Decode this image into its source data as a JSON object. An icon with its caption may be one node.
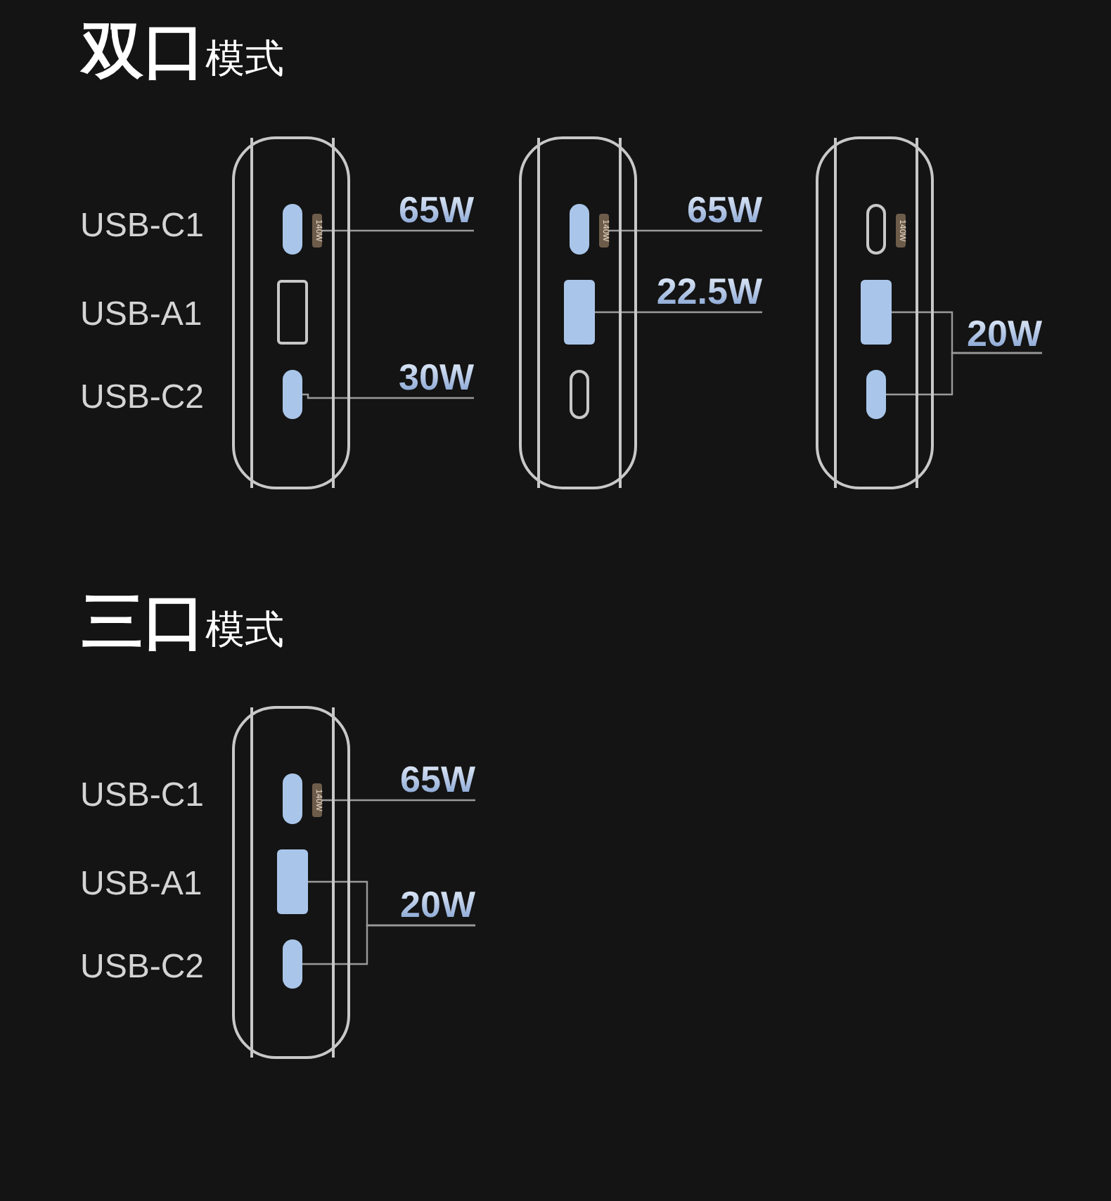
{
  "diagram": {
    "nodes": [
      {
        "text": [],
        "shape": "box"
      },
      {
        "text": [],
        "shape": "box",
        "in": 0
      },
      {
        "text": [
          "140W"
        ],
        "in": 0
      },
      {
        "text": [],
        "shape": "box",
        "in": 0
      },
      {
        "text": [],
        "shape": "box",
        "in": 0
      },
      {
        "text": [
          "65W"
        ]
      },
      {
        "text": [
          "30W"
        ]
      },
      {
        "text": [],
        "shape": "box"
      },
      {
        "text": [],
        "shape": "box",
        "in": 7
      },
      {
        "text": [
          "140W"
        ],
        "in": 7
      },
      {
        "text": [],
        "shape": "box",
        "in": 7
      },
      {
        "text": [],
        "shape": "box",
        "in": 7
      },
      {
        "text": [
          "65W"
        ]
      },
      {
        "text": [
          "22.5W"
        ]
      },
      {
        "text": [],
        "shape": "box"
      },
      {
        "text": [],
        "shape": "box",
        "in": 14
      },
      {
        "text": [
          "140W"
        ],
        "in": 14
      },
      {
        "text": [],
        "shape": "box",
        "in": 14
      },
      {
        "text": [],
        "shape": "box",
        "in": 14
      },
      {
        "text": [
          "20W"
        ]
      },
      {
        "text": [],
        "shape": "box"
      },
      {
        "text": [],
        "shape": "box",
        "in": 20
      },
      {
        "text": [
          "140W"
        ],
        "in": 20
      },
      {
        "text": [],
        "shape": "box",
        "in": 20
      },
      {
        "text": [],
        "shape": "box",
        "in": 20
      },
      {
        "text": [
          "65W"
        ]
      },
      {
        "text": [
          "20W"
        ]
      }
    ],
    "edges": [
      {
        "from": 5,
        "to": 2,
        "arrow": "none"
      },
      {
        "from": 6,
        "to": 4,
        "arrow": "none"
      },
      {
        "from": 12,
        "to": 9,
        "arrow": "none"
      },
      {
        "from": 13,
        "to": 10,
        "arrow": "none"
      },
      {
        "from": 19,
        "to": 17,
        "arrow": "none"
      },
      {
        "from": 19,
        "to": 18,
        "arrow": "none"
      },
      {
        "from": 25,
        "to": 22,
        "arrow": "none"
      },
      {
        "from": 26,
        "to": 23,
        "arrow": "none"
      },
      {
        "from": 26,
        "to": 24,
        "arrow": "none"
      }
    ],
    "labels": [
      "**双口**模式",
      "USB-C1",
      "USB-A1",
      "USB-C2",
      "**三口**模式",
      "USB-C1",
      "USB-A1",
      "USB-C2"
    ]
  }
}
